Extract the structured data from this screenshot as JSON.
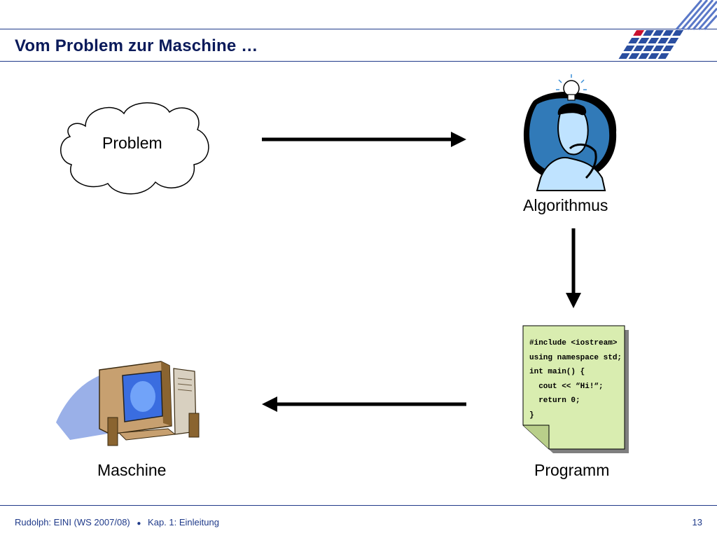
{
  "header": {
    "title": "Vom Problem zur Maschine …"
  },
  "diagram": {
    "problem": "Problem",
    "algorithm": "Algorithmus",
    "program": "Programm",
    "machine": "Maschine",
    "code_lines": [
      "#include <iostream>",
      "using namespace std;",
      "int main() {",
      "  cout << “Hi!“;",
      "  return 0;",
      "}"
    ]
  },
  "footer": {
    "course": "Rudolph: EINI (WS 2007/08)",
    "bullet": "●",
    "chapter": "Kap. 1: Einleitung",
    "page": "13"
  },
  "colors": {
    "accent": "#1f3a8a",
    "logo_red": "#c8102e",
    "doc_fill": "#d9edb0"
  }
}
